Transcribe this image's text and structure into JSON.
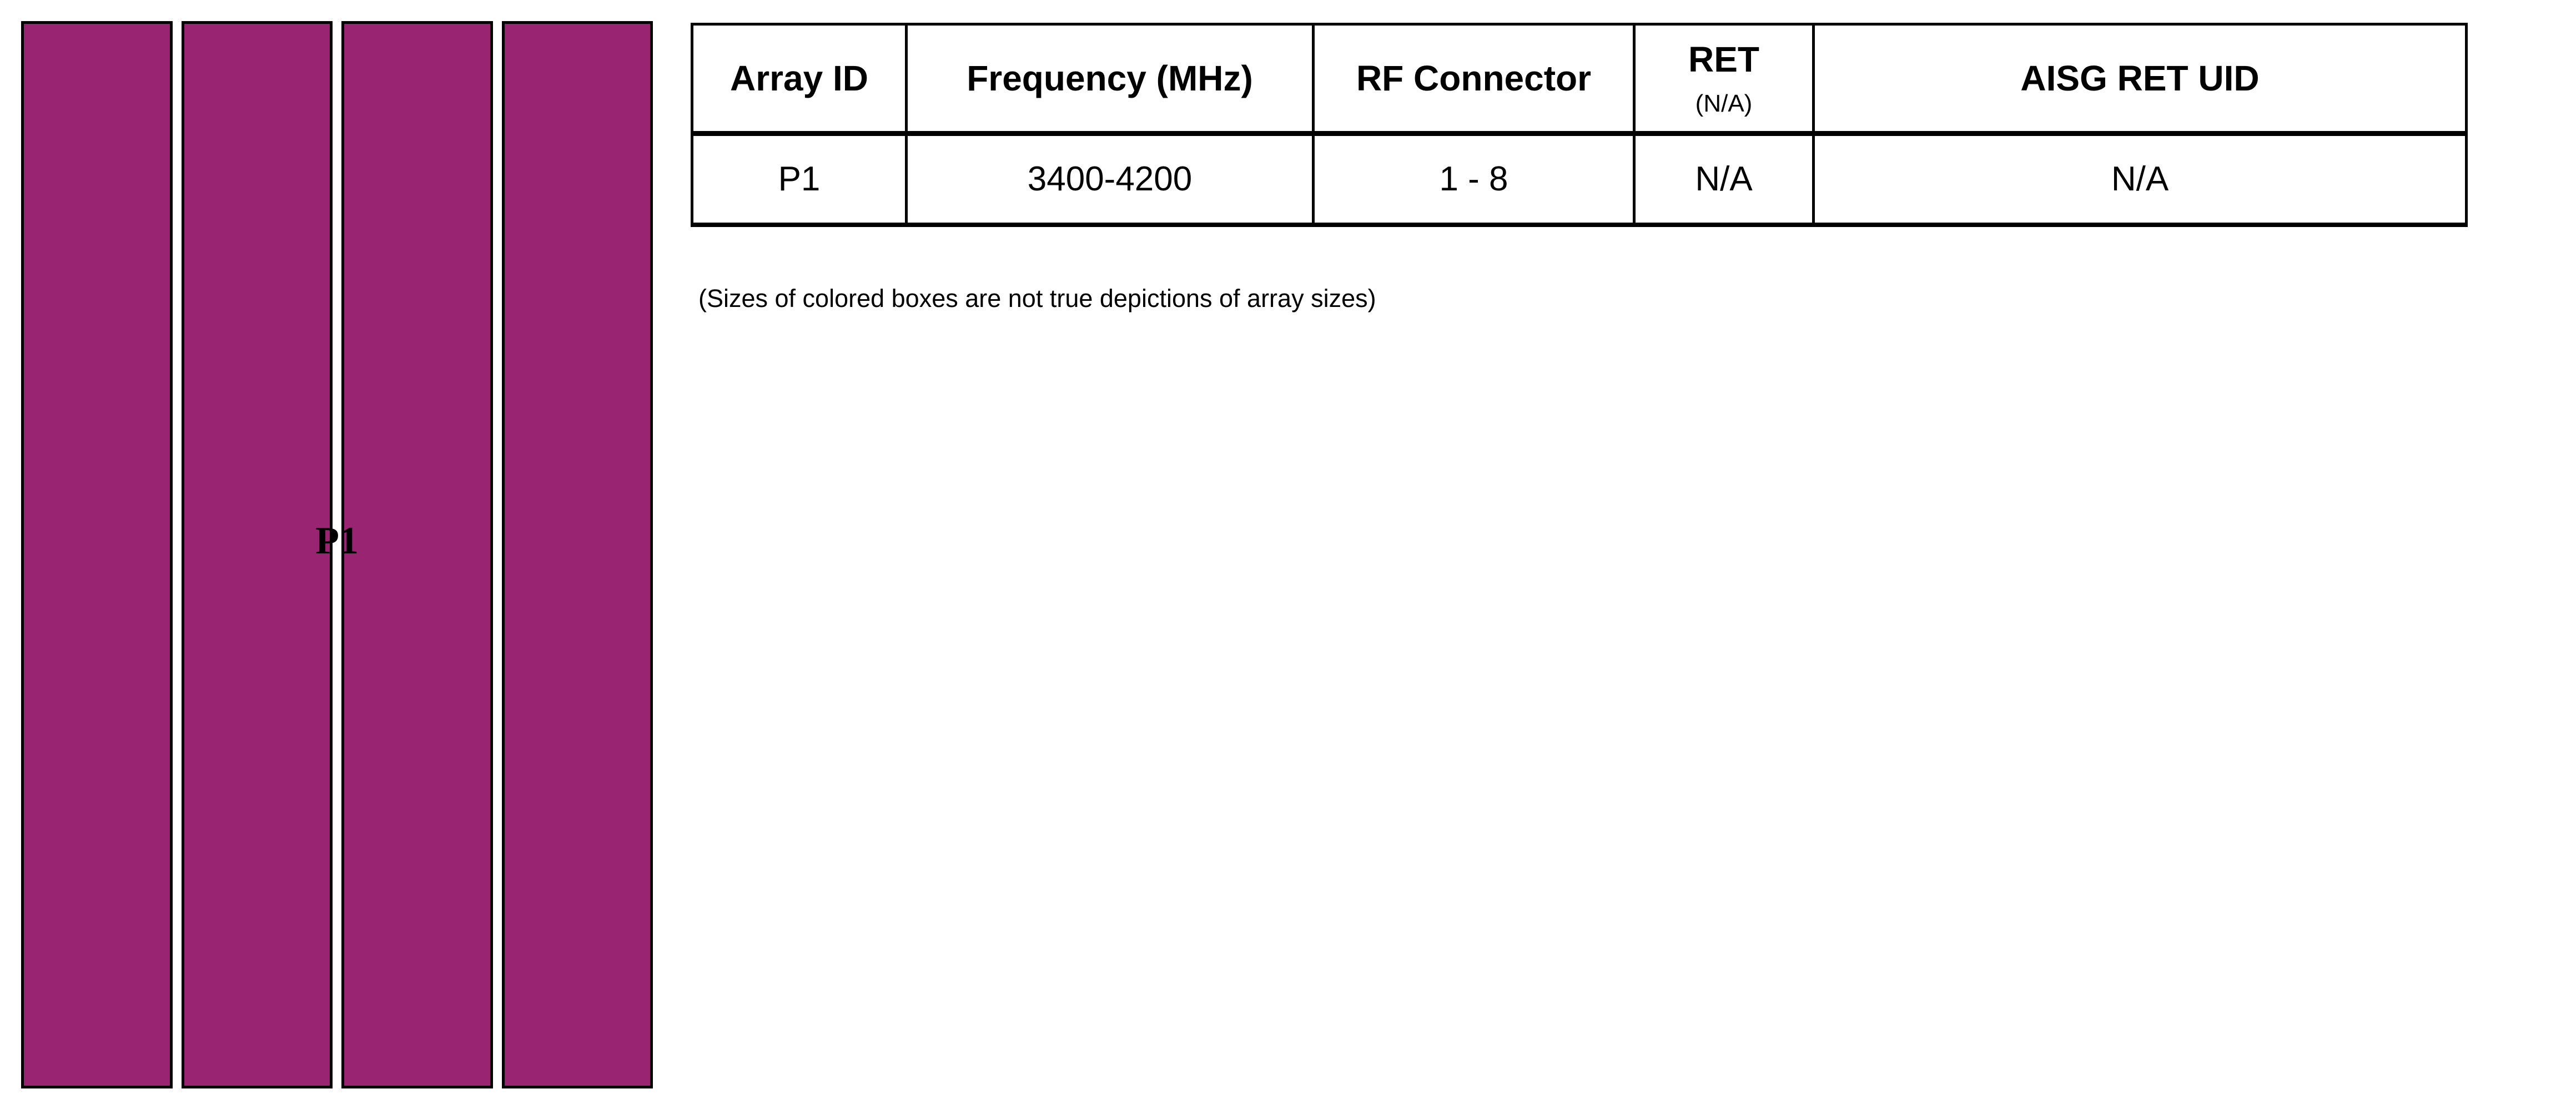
{
  "colors": {
    "array_fill": "#992572",
    "line": "#000000"
  },
  "antenna_panel": {
    "array_label": "P1",
    "bar_count": 4
  },
  "table": {
    "headers": [
      {
        "label": "Array ID"
      },
      {
        "label": "Frequency (MHz)"
      },
      {
        "label": "RF Connector"
      },
      {
        "label": "RET",
        "sublabel": "(N/A)"
      },
      {
        "label": "AISG RET UID"
      }
    ],
    "rows": [
      {
        "array_id": "P1",
        "frequency_mhz": "3400-4200",
        "rf_connector": "1 - 8",
        "ret": "N/A",
        "aisg_ret_uid": "N/A"
      }
    ]
  },
  "note": "(Sizes of colored boxes are not true depictions of array sizes)"
}
